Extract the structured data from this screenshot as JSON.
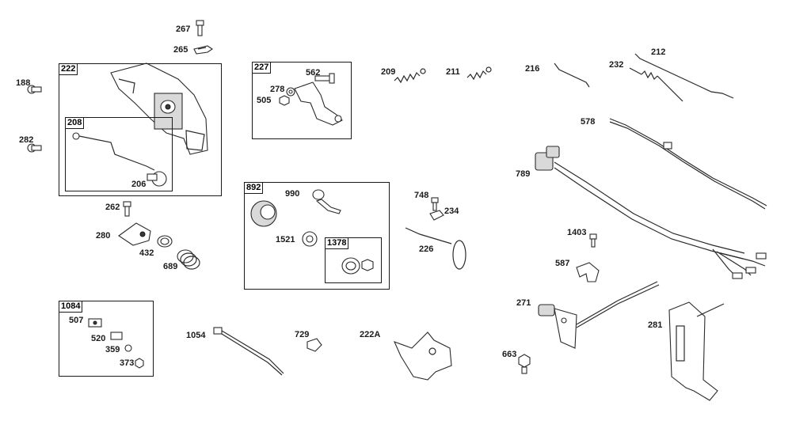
{
  "groups": {
    "g222": "222",
    "g208": "208",
    "g227": "227",
    "g892": "892",
    "g1378": "1378",
    "g1084": "1084"
  },
  "parts": {
    "p267": "267",
    "p265": "265",
    "p188": "188",
    "p282": "282",
    "p206": "206",
    "p562": "562",
    "p278": "278",
    "p505": "505",
    "p209": "209",
    "p211": "211",
    "p216": "216",
    "p232": "232",
    "p212": "212",
    "p578": "578",
    "p789": "789",
    "p262": "262",
    "p280": "280",
    "p432": "432",
    "p689": "689",
    "p990": "990",
    "p1521": "1521",
    "p748": "748",
    "p234": "234",
    "p226": "226",
    "p1403": "1403",
    "p587": "587",
    "p271": "271",
    "p281": "281",
    "p663": "663",
    "p507": "507",
    "p520": "520",
    "p359": "359",
    "p373": "373",
    "p1054": "1054",
    "p729": "729",
    "p222A": "222A"
  }
}
